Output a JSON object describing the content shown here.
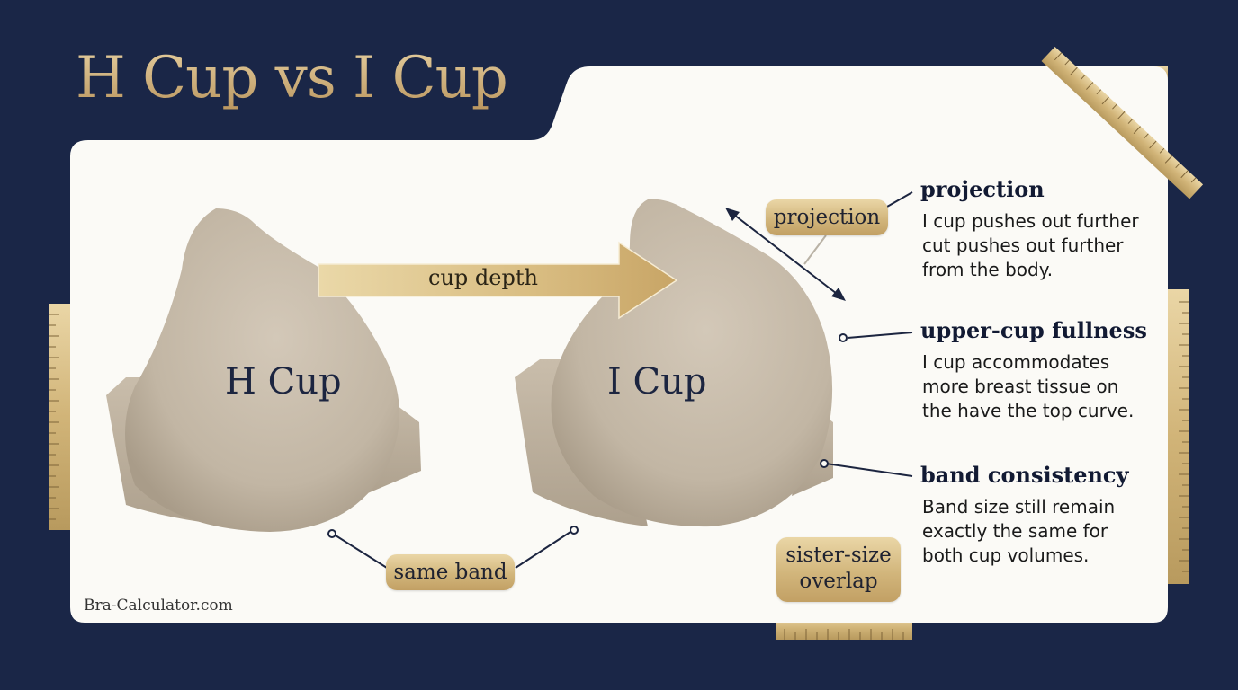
{
  "title": "H Cup vs I Cup",
  "brand": "Bra-Calculator.com",
  "cups": {
    "left_label": "H Cup",
    "right_label": "I Cup"
  },
  "arrow_label": "cup depth",
  "pills": {
    "projection": "projection",
    "same_band": "same band",
    "sister_size_line1": "sister-size",
    "sister_size_line2": "overlap"
  },
  "annotations": [
    {
      "heading": "projection",
      "lines": [
        "I cup pushes out further",
        "cut pushes out further",
        "from the body."
      ]
    },
    {
      "heading": "upper-cup fullness",
      "lines": [
        "I cup accommodates",
        "more breast tissue on",
        "the have the top curve."
      ]
    },
    {
      "heading": "band consistency",
      "lines": [
        "Band size still remain",
        "exactly the same for",
        "both cup volumes."
      ]
    }
  ],
  "colors": {
    "background": "#1a2647",
    "panel": "#fbfaf6",
    "gold": "#d2b67c",
    "cup": "#c5b9a8"
  }
}
